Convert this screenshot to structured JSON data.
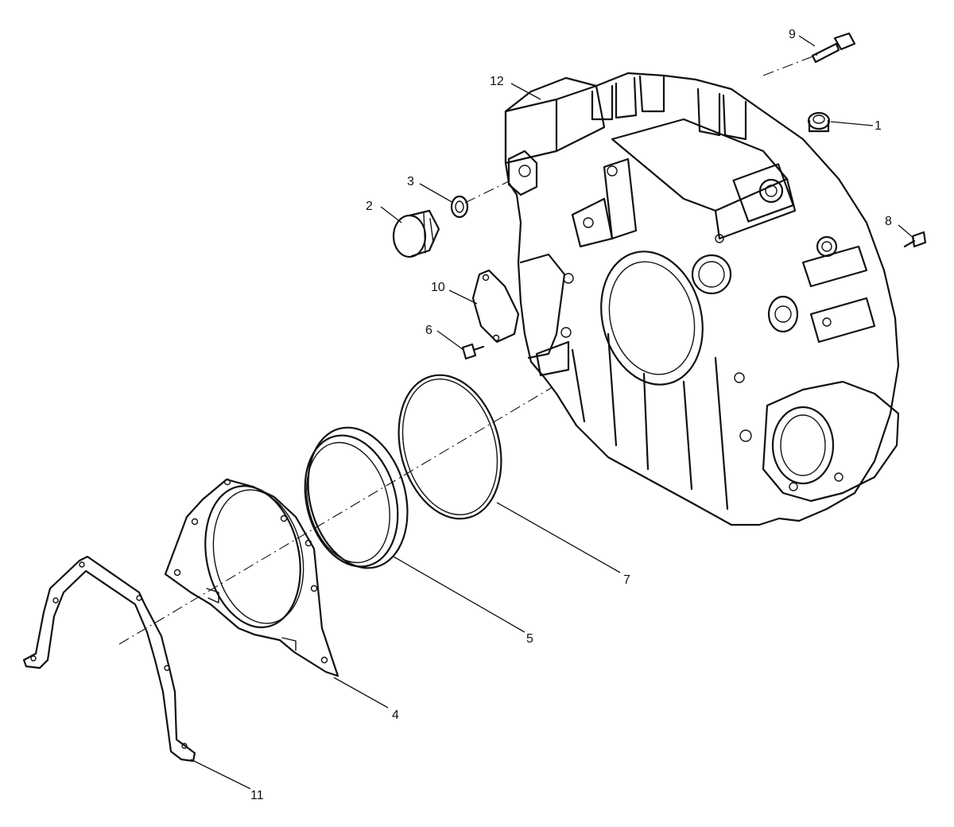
{
  "diagram": {
    "parts": [
      {
        "id": "part-1",
        "number": "1"
      },
      {
        "id": "part-2",
        "number": "2"
      },
      {
        "id": "part-3",
        "number": "3"
      },
      {
        "id": "part-4",
        "number": "4"
      },
      {
        "id": "part-5",
        "number": "5"
      },
      {
        "id": "part-6",
        "number": "6"
      },
      {
        "id": "part-7",
        "number": "7"
      },
      {
        "id": "part-8",
        "number": "8"
      },
      {
        "id": "part-9",
        "number": "9"
      },
      {
        "id": "part-10",
        "number": "10"
      },
      {
        "id": "part-11",
        "number": "11"
      },
      {
        "id": "part-12",
        "number": "12"
      }
    ]
  }
}
